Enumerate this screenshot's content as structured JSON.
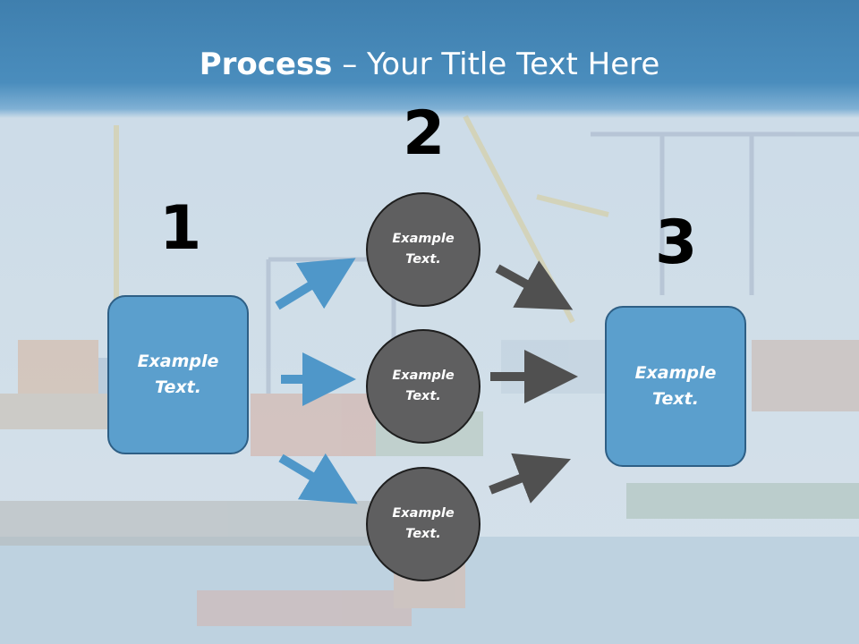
{
  "title": {
    "bold": "Process",
    "rest": " – Your Title Text Here"
  },
  "steps": [
    {
      "number": "1",
      "text": "Example\nText."
    },
    {
      "number": "2",
      "nodes": [
        "Example\nText.",
        "Example\nText.",
        "Example\nText."
      ]
    },
    {
      "number": "3",
      "text": "Example\nText."
    }
  ],
  "colors": {
    "header": "#4a8dbd",
    "box_fill": "#5b9fcd",
    "circle_fill": "#5f5f60",
    "arrow_blue": "#4f97c9",
    "arrow_gray": "#505050"
  },
  "background": "container-port-photo"
}
